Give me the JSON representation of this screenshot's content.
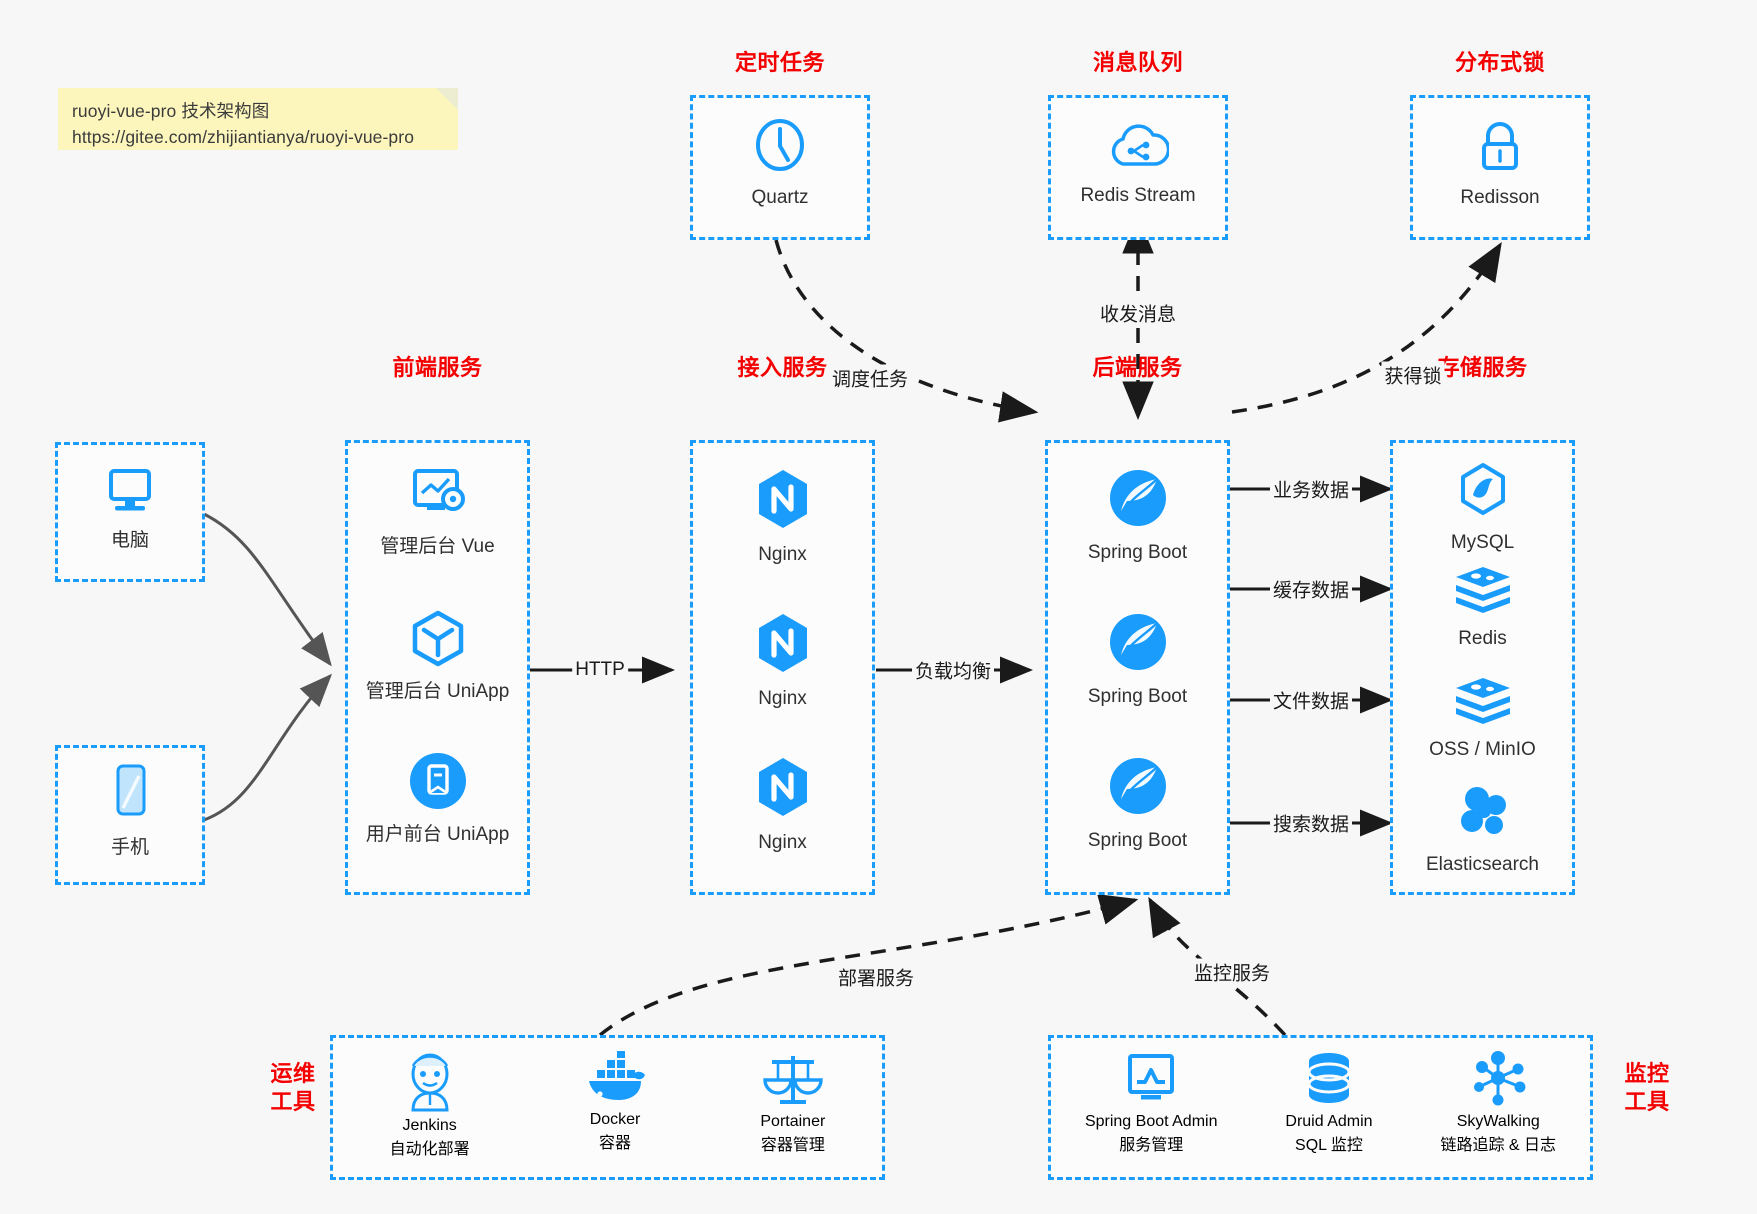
{
  "note": {
    "line1": "ruoyi-vue-pro 技术架构图",
    "line2": "https://gitee.com/zhijiantianya/ruoyi-vue-pro"
  },
  "colors": {
    "accent_blue": "#1a9cfc",
    "title_red": "#f40000",
    "arrow_gray": "#555555",
    "arrow_black": "#1a1a1a",
    "note_yellow": "#fcf6bd",
    "page_bg": "#f7f7f7"
  },
  "groups": {
    "scheduled_task": {
      "title": "定时任务",
      "nodes": [
        {
          "label": "Quartz",
          "icon": "clock-icon"
        }
      ]
    },
    "message_queue": {
      "title": "消息队列",
      "nodes": [
        {
          "label": "Redis Stream",
          "icon": "cloud-stream-icon"
        }
      ]
    },
    "distributed_lock": {
      "title": "分布式锁",
      "nodes": [
        {
          "label": "Redisson",
          "icon": "lock-icon"
        }
      ]
    },
    "clients": {
      "nodes": [
        {
          "label": "电脑",
          "icon": "desktop-computer-icon"
        },
        {
          "label": "手机",
          "icon": "mobile-phone-icon"
        }
      ]
    },
    "frontend": {
      "title": "前端服务",
      "nodes": [
        {
          "label": "管理后台 Vue",
          "icon": "dashboard-gear-icon"
        },
        {
          "label": "管理后台 UniApp",
          "icon": "cube-icon"
        },
        {
          "label": "用户前台 UniApp",
          "icon": "app-window-icon"
        }
      ]
    },
    "gateway": {
      "title": "接入服务",
      "nodes": [
        {
          "label": "Nginx",
          "icon": "nginx-icon"
        },
        {
          "label": "Nginx",
          "icon": "nginx-icon"
        },
        {
          "label": "Nginx",
          "icon": "nginx-icon"
        }
      ]
    },
    "backend": {
      "title": "后端服务",
      "nodes": [
        {
          "label": "Spring Boot",
          "icon": "spring-boot-icon"
        },
        {
          "label": "Spring Boot",
          "icon": "spring-boot-icon"
        },
        {
          "label": "Spring Boot",
          "icon": "spring-boot-icon"
        }
      ]
    },
    "storage": {
      "title": "存储服务",
      "nodes": [
        {
          "label": "MySQL",
          "icon": "mysql-icon"
        },
        {
          "label": "Redis",
          "icon": "redis-icon"
        },
        {
          "label": "OSS / MinIO",
          "icon": "oss-minio-icon"
        },
        {
          "label": "Elasticsearch",
          "icon": "elasticsearch-icon"
        }
      ]
    },
    "devops": {
      "title_line1": "运维",
      "title_line2": "工具",
      "nodes": [
        {
          "label": "Jenkins",
          "sublabel": "自动化部署",
          "icon": "jenkins-icon"
        },
        {
          "label": "Docker",
          "sublabel": "容器",
          "icon": "docker-icon"
        },
        {
          "label": "Portainer",
          "sublabel": "容器管理",
          "icon": "scales-icon"
        }
      ]
    },
    "monitor": {
      "title_line1": "监控",
      "title_line2": "工具",
      "nodes": [
        {
          "label": "Spring Boot Admin",
          "sublabel": "服务管理",
          "icon": "monitor-chart-icon"
        },
        {
          "label": "Druid Admin",
          "sublabel": "SQL 监控",
          "icon": "database-icon"
        },
        {
          "label": "SkyWalking",
          "sublabel": "链路追踪 & 日志",
          "icon": "skywalking-node-icon"
        }
      ]
    }
  },
  "edges": [
    {
      "id": "schedule",
      "label": "调度任务"
    },
    {
      "id": "send-receive",
      "label": "收发消息"
    },
    {
      "id": "acquire-lock",
      "label": "获得锁"
    },
    {
      "id": "http",
      "label": "HTTP"
    },
    {
      "id": "load-balance",
      "label": "负载均衡"
    },
    {
      "id": "business-data",
      "label": "业务数据"
    },
    {
      "id": "cache-data",
      "label": "缓存数据"
    },
    {
      "id": "file-data",
      "label": "文件数据"
    },
    {
      "id": "search-data",
      "label": "搜索数据"
    },
    {
      "id": "deploy-service",
      "label": "部署服务"
    },
    {
      "id": "monitor-service",
      "label": "监控服务"
    }
  ]
}
